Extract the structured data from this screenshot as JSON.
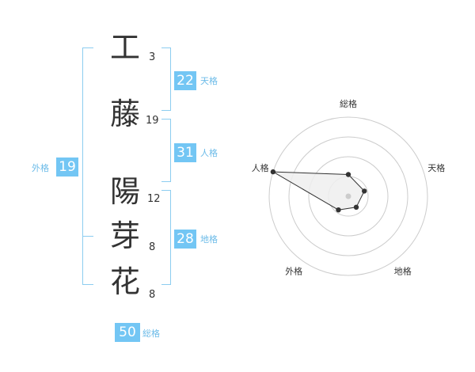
{
  "name_chars": [
    {
      "char": "工",
      "strokes": "3"
    },
    {
      "char": "藤",
      "strokes": "19"
    },
    {
      "char": "陽",
      "strokes": "12"
    },
    {
      "char": "芽",
      "strokes": "8"
    },
    {
      "char": "花",
      "strokes": "8"
    }
  ],
  "fortunes": {
    "tenkaku": {
      "value": "22",
      "label": "天格"
    },
    "jinkaku": {
      "value": "31",
      "label": "人格"
    },
    "chikaku": {
      "value": "28",
      "label": "地格"
    },
    "gaikaku": {
      "value": "19",
      "label": "外格"
    },
    "soukaku": {
      "value": "50",
      "label": "総格"
    }
  },
  "colors": {
    "accent": "#73c6f4",
    "bracket": "#8ccdf0",
    "label": "#6bbbe8",
    "text": "#333333"
  },
  "chart_data": {
    "type": "radar",
    "axes": [
      "総格",
      "天格",
      "地格",
      "外格",
      "人格"
    ],
    "levels": 4,
    "values": [
      1.1,
      0.85,
      0.68,
      0.85,
      4.0
    ],
    "max": 4,
    "grid": true,
    "fill_color": "#eeeeee",
    "line_color": "#333333",
    "center_color": "#cccccc"
  }
}
